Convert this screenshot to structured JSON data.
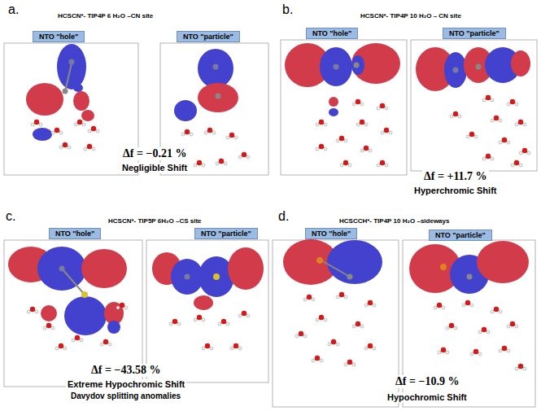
{
  "diagram": {
    "nodes": [
      {
        "text": [
          "NTO \"hole\""
        ]
      },
      {
        "text": [
          "NTO \"particle\""
        ]
      },
      {
        "text": [
          "NTO \"hole\""
        ]
      },
      {
        "text": [
          "NTO \"particle\""
        ]
      },
      {
        "text": [
          "NTO \"hole\""
        ]
      },
      {
        "text": [
          "NTO \"particle\""
        ]
      },
      {
        "text": [
          "NTO \"hole\""
        ]
      },
      {
        "text": [
          "NTO \"particle\""
        ]
      }
    ],
    "labels": [
      "a.",
      "HCSCN*- TIP4P 6 H₂O –CN site",
      "Δf = −0.21 %",
      "Negligible Shift",
      "b.",
      "HCSCN*- TIP4P 10 H₂O – CN site",
      "Δf = +11.7 %",
      "Hyperchromic Shift",
      "c.",
      "HCSCN*- TIP5P 6H₂O –CS site",
      "Δf = −43.58 %",
      "Extreme Hypochromic Shift",
      "Davydov splitting anomalies",
      "d.",
      "HCSCCH*- TIP4P 10 H₂O –sideways",
      "Δf = −10.9 %",
      "Hypochromic Shift"
    ]
  }
}
